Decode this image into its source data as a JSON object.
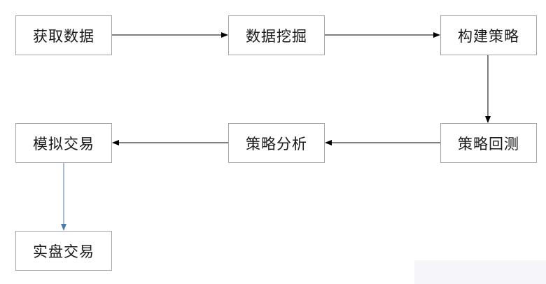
{
  "nodes": {
    "get_data": "获取数据",
    "data_mining": "数据挖掘",
    "build_strategy": "构建策略",
    "backtest": "策略回测",
    "analysis": "策略分析",
    "simulated_trading": "模拟交易",
    "live_trading": "实盘交易"
  },
  "colors": {
    "box_border": "#a6a6a6",
    "arrow_black": "#000000",
    "arrow_blue": "#4f7ba8"
  }
}
